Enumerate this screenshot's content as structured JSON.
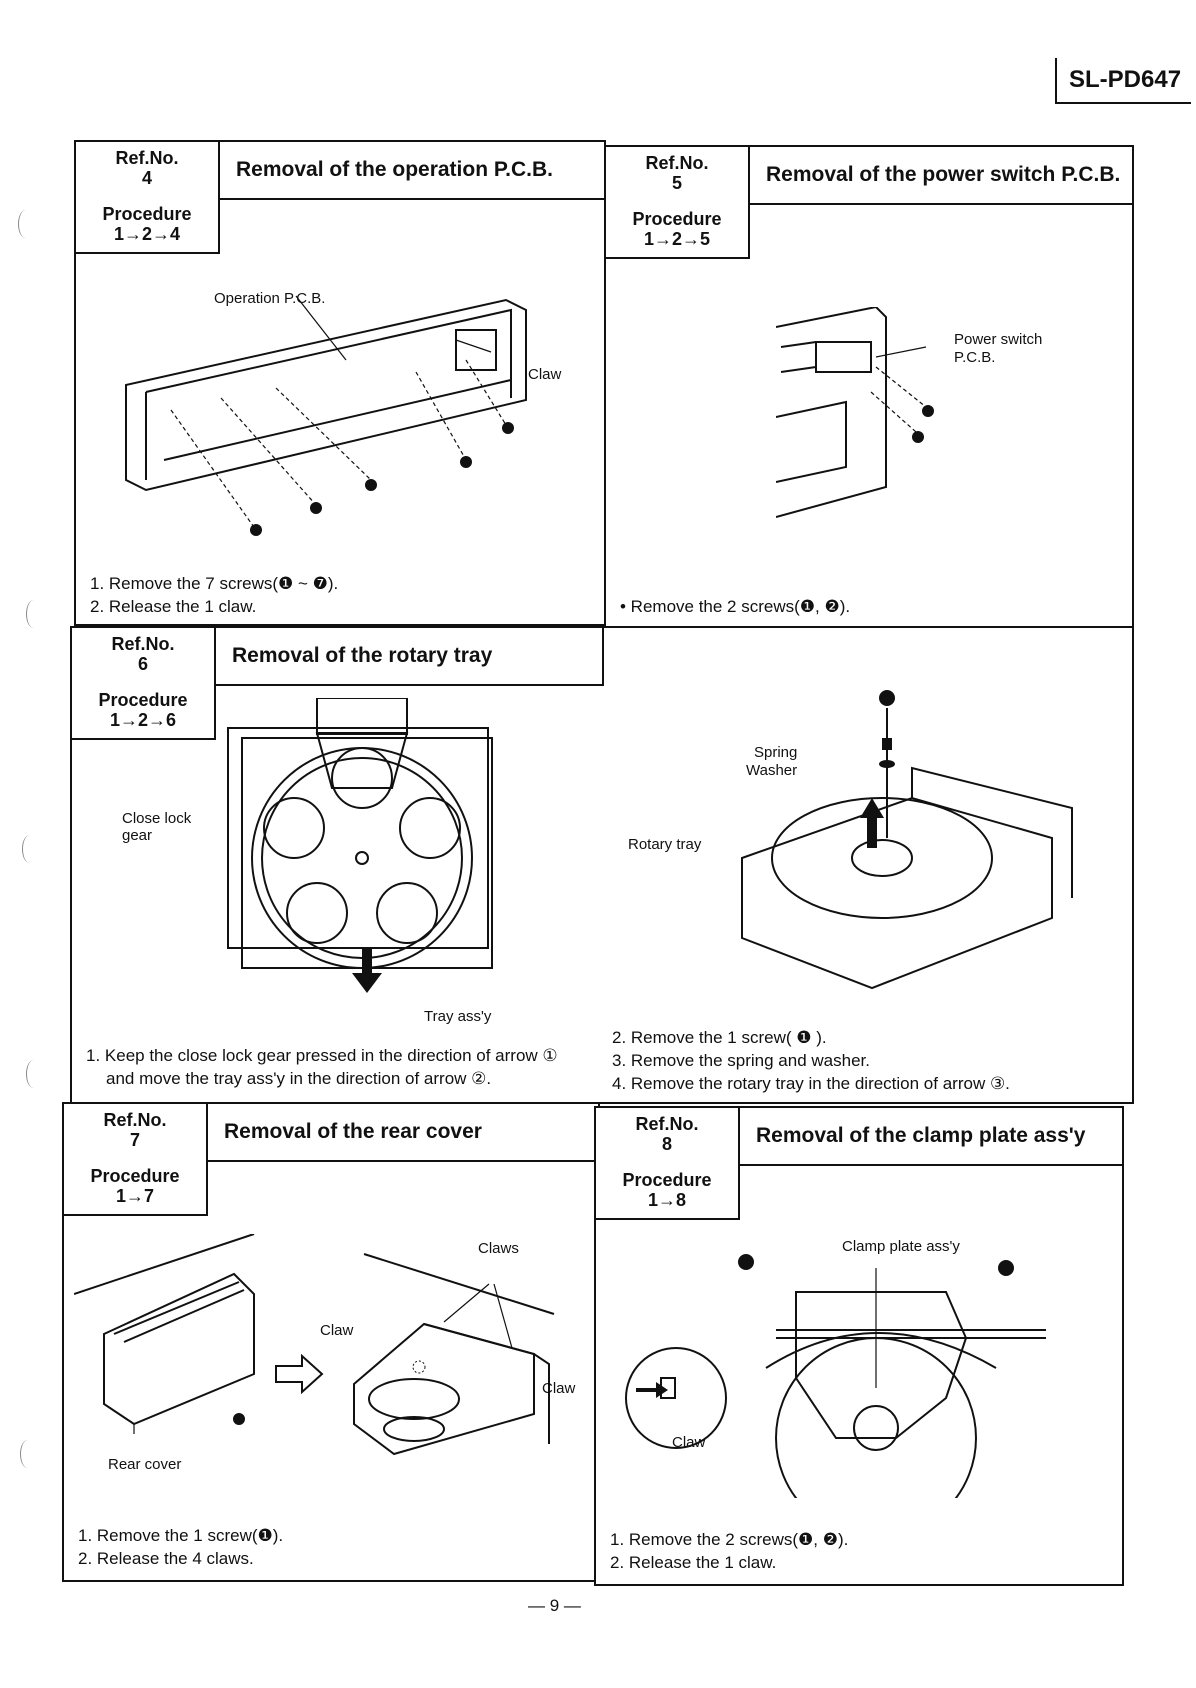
{
  "header": {
    "model": "SL-PD647"
  },
  "sections": [
    {
      "ref_label": "Ref.No.",
      "ref_no": "4",
      "title": "Removal of the operation P.C.B.",
      "proc_label": "Procedure",
      "procedure": "1→2→4",
      "labels": [
        "Operation P.C.B.",
        "Claw"
      ],
      "steps": [
        "1. Remove the 7 screws(❶ ~ ❼).",
        "2. Release the 1 claw."
      ]
    },
    {
      "ref_label": "Ref.No.",
      "ref_no": "5",
      "title": "Removal of the power switch P.C.B.",
      "proc_label": "Procedure",
      "procedure": "1→2→5",
      "labels": [
        "Power switch",
        "P.C.B."
      ],
      "steps": [
        "• Remove the 2 screws(❶, ❷)."
      ]
    },
    {
      "ref_label": "Ref.No.",
      "ref_no": "6",
      "title": "Removal of the rotary tray",
      "proc_label": "Procedure",
      "procedure": "1→2→6",
      "labels": [
        "Close lock",
        "gear",
        "Tray ass'y",
        "Spring",
        "Washer",
        "Rotary tray"
      ],
      "steps": [
        "1. Keep the close lock gear pressed in the direction of arrow ①",
        "and move the tray ass'y in the direction of arrow ②."
      ],
      "steps_right": [
        "2. Remove the 1 screw( ❶ ).",
        "3. Remove the spring and washer.",
        "4. Remove the rotary tray in the direction of arrow ③."
      ]
    },
    {
      "ref_label": "Ref.No.",
      "ref_no": "7",
      "title": "Removal of the rear cover",
      "proc_label": "Procedure",
      "procedure": "1→7",
      "labels": [
        "Claws",
        "Claw",
        "Claw",
        "Rear cover"
      ],
      "steps": [
        "1. Remove the 1 screw(❶).",
        "2. Release the 4 claws."
      ]
    },
    {
      "ref_label": "Ref.No.",
      "ref_no": "8",
      "title": "Removal of the clamp plate ass'y",
      "proc_label": "Procedure",
      "procedure": "1→8",
      "labels": [
        "Clamp plate ass'y",
        "Claw"
      ],
      "steps": [
        "1. Remove the 2 screws(❶, ❷).",
        "2. Release the 1 claw."
      ]
    }
  ],
  "footer": {
    "page": "— 9 —"
  }
}
